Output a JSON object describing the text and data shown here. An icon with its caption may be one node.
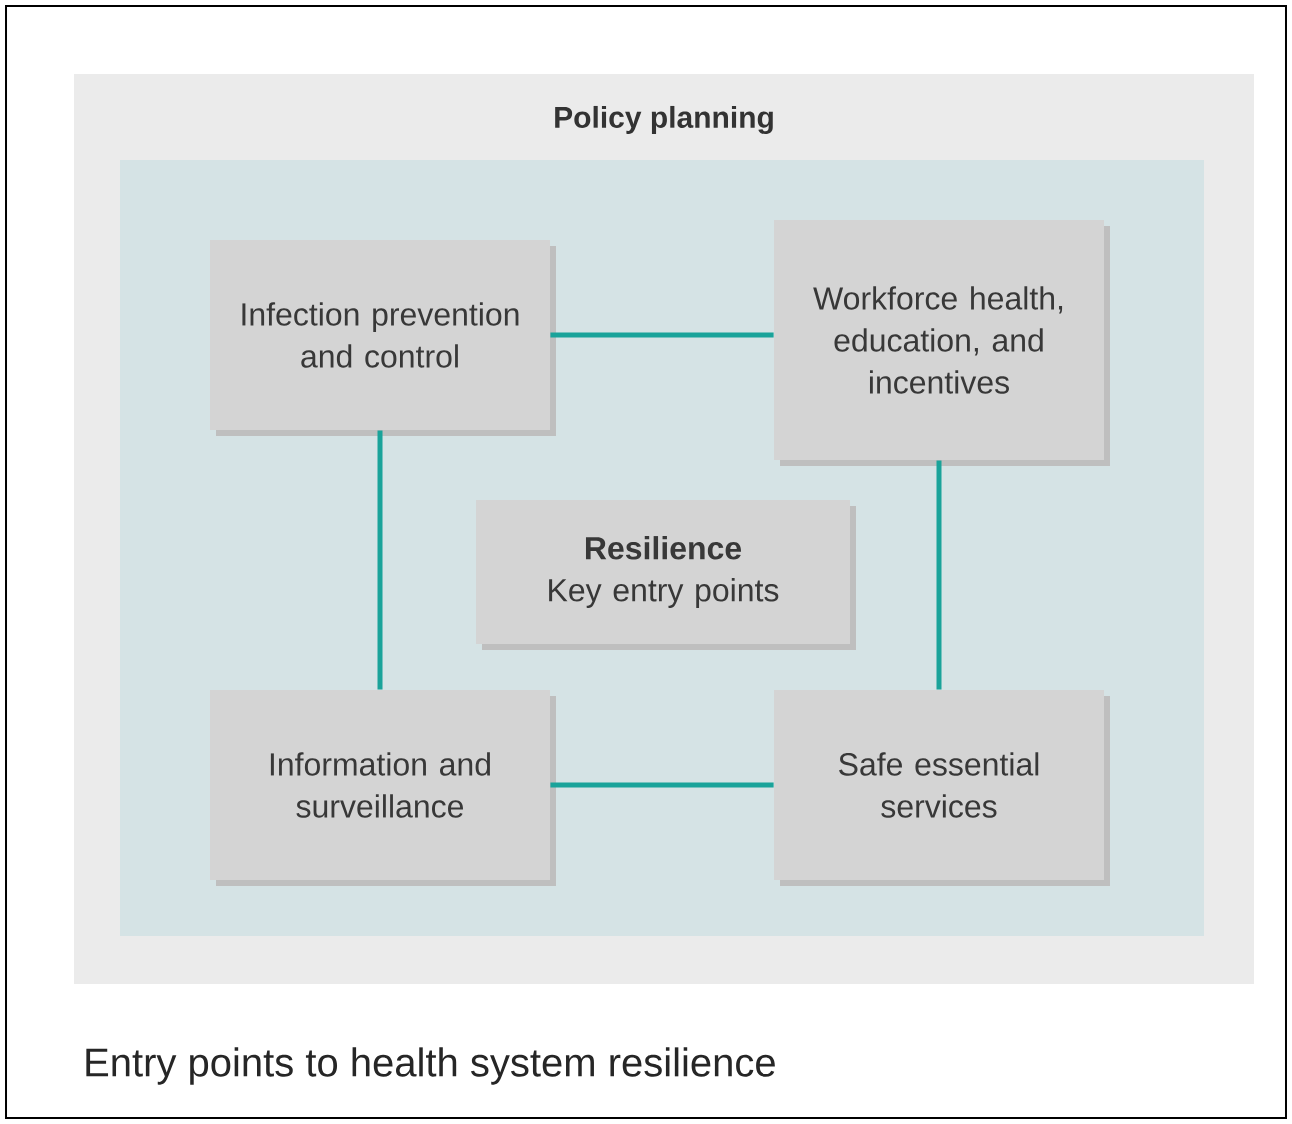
{
  "diagram": {
    "caption": "Entry points to health system resilience",
    "nodes": [
      {
        "text": [
          "Policy planning"
        ]
      },
      {
        "text": [],
        "shape": "box",
        "in": 0
      },
      {
        "text": [
          "Infection prevention and control"
        ],
        "in": 1
      },
      {
        "text": [
          "Workforce health, education, and incentives"
        ],
        "in": 1
      },
      {
        "text": [
          "Resilience",
          "Key entry points"
        ],
        "in": 1
      },
      {
        "text": [
          "Information and surveillance"
        ],
        "in": 1
      },
      {
        "text": [
          "Safe essential services"
        ],
        "in": 1
      }
    ],
    "edges": [
      {
        "from": 2,
        "to": 3,
        "arrow": "none"
      },
      {
        "from": 2,
        "to": 5,
        "arrow": "none"
      },
      {
        "from": 3,
        "to": 6,
        "arrow": "none"
      },
      {
        "from": 5,
        "to": 6,
        "arrow": "none"
      }
    ]
  }
}
